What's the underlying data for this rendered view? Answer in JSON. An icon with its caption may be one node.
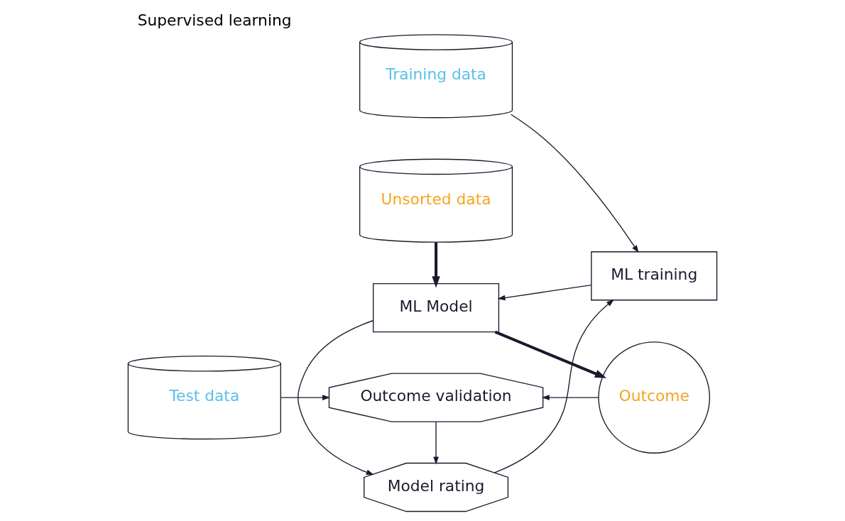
{
  "diagram": {
    "title": "Supervised learning",
    "nodes": [
      {
        "text": [
          "Unsorted data"
        ]
      },
      {
        "text": [
          "Training data"
        ]
      },
      {
        "text": [
          "ML training"
        ]
      },
      {
        "text": [
          "ML Model"
        ]
      },
      {
        "text": [
          "Outcome"
        ]
      },
      {
        "text": [
          "Model rating"
        ]
      },
      {
        "text": [
          "Test data"
        ]
      },
      {
        "text": [
          "Outcome validation"
        ]
      }
    ],
    "edges": [
      {
        "from": 1,
        "to": 2,
        "arrow": "to"
      },
      {
        "from": 2,
        "to": 3,
        "arrow": "to"
      },
      {
        "from": 0,
        "to": 3,
        "arrow": "to",
        "style": "thick"
      },
      {
        "from": 3,
        "to": 4,
        "arrow": "to",
        "style": "thick"
      },
      {
        "from": 3,
        "to": 5,
        "arrow": "to"
      },
      {
        "from": 5,
        "to": 2,
        "arrow": "to"
      },
      {
        "from": 7,
        "to": 5,
        "arrow": "to"
      },
      {
        "from": 6,
        "to": 7,
        "arrow": "to"
      },
      {
        "from": 4,
        "to": 7,
        "arrow": "to"
      }
    ]
  }
}
